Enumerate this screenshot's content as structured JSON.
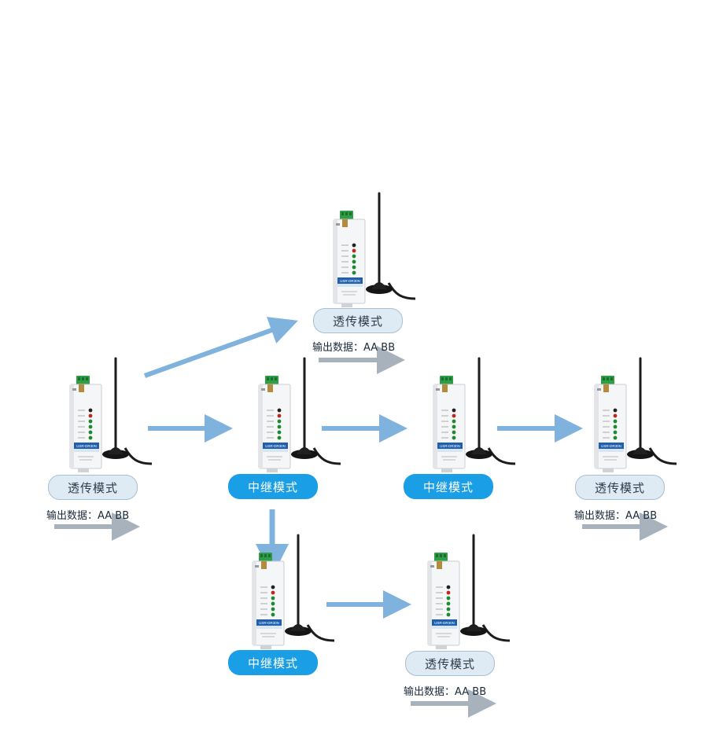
{
  "mode_labels": {
    "passthrough": "透传模式",
    "relay": "中继模式"
  },
  "output_text": "输出数据：AA BB",
  "colors": {
    "flow_arrow": "#7fb3de",
    "output_arrow": "#a8b2bc",
    "relay_pill": "#1a9ee6",
    "pass_pill": "#deeaf4"
  },
  "device": {
    "brand_label": "USR-DR30N",
    "led_colors": [
      "#222222",
      "#c0261e",
      "#1e8a2f",
      "#1e8a2f",
      "#1e8a2f",
      "#1e8a2f"
    ]
  },
  "nodes": [
    {
      "id": "top",
      "mode": "passthrough",
      "shows_output": true
    },
    {
      "id": "left",
      "mode": "passthrough",
      "shows_output": true
    },
    {
      "id": "relay-1",
      "mode": "relay",
      "shows_output": false
    },
    {
      "id": "relay-2",
      "mode": "relay",
      "shows_output": false
    },
    {
      "id": "right",
      "mode": "passthrough",
      "shows_output": true
    },
    {
      "id": "relay-3",
      "mode": "relay",
      "shows_output": false
    },
    {
      "id": "bottom-right",
      "mode": "passthrough",
      "shows_output": true
    }
  ]
}
